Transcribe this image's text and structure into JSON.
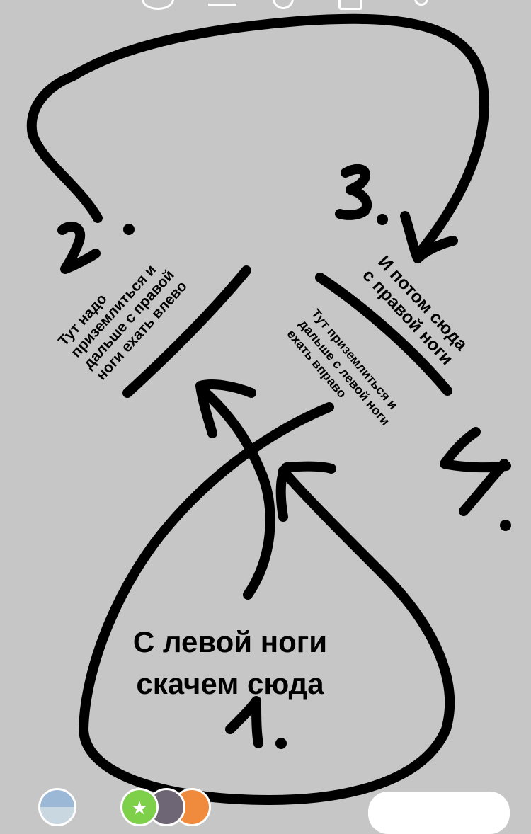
{
  "story": {
    "text_step2": [
      "Тут надо",
      "приземлиться и",
      "дальше с правой",
      "ноги ехать влево"
    ],
    "text_step3": [
      "И потом сюда",
      "с правой ноги"
    ],
    "text_step4": [
      "Тут приземлиться и",
      "дальше с левой ноги",
      "ехать вправо"
    ],
    "text_step1": [
      "С левой ноги",
      "скачем сюда"
    ],
    "numbers": [
      "1.",
      "2.",
      "3.",
      "4."
    ]
  },
  "toolbar": {
    "icons": [
      "download-icon",
      "sticker-icon",
      "text-icon",
      "draw-icon",
      "effects-icon",
      "more-icon"
    ]
  },
  "bottom": {
    "avatars": [
      "your-story",
      "close-friends",
      "profile-2",
      "profile-3"
    ],
    "accent": "#7ed04b"
  }
}
